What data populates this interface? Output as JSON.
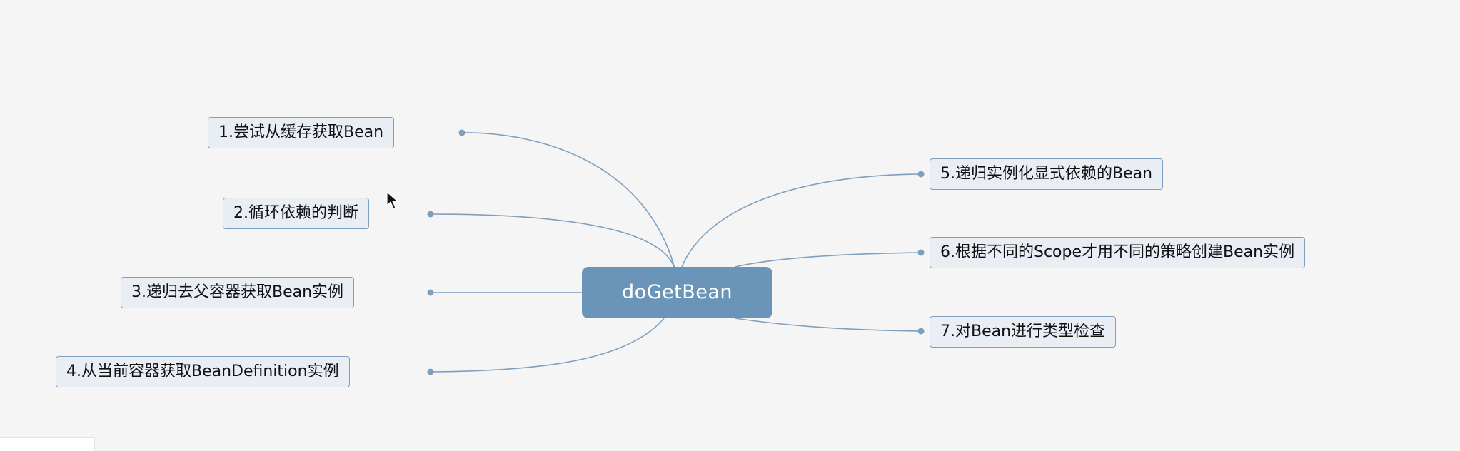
{
  "mindmap": {
    "center": {
      "label": "doGetBean",
      "color": "#6a95b9"
    },
    "branches": [
      {
        "label": "1.尝试从缓存获取Bean",
        "side": "left"
      },
      {
        "label": "2.循环依赖的判断",
        "side": "left"
      },
      {
        "label": "3.递归去父容器获取Bean实例",
        "side": "left"
      },
      {
        "label": "4.从当前容器获取BeanDefinition实例",
        "side": "left"
      },
      {
        "label": "5.递归实例化显式依赖的Bean",
        "side": "right"
      },
      {
        "label": "6.根据不同的Scope才用不同的策略创建Bean实例",
        "side": "right"
      },
      {
        "label": "7.对Bean进行类型检查",
        "side": "right"
      }
    ],
    "connector_color": "#7f9fbe",
    "node_fill": "#e8eef4"
  }
}
